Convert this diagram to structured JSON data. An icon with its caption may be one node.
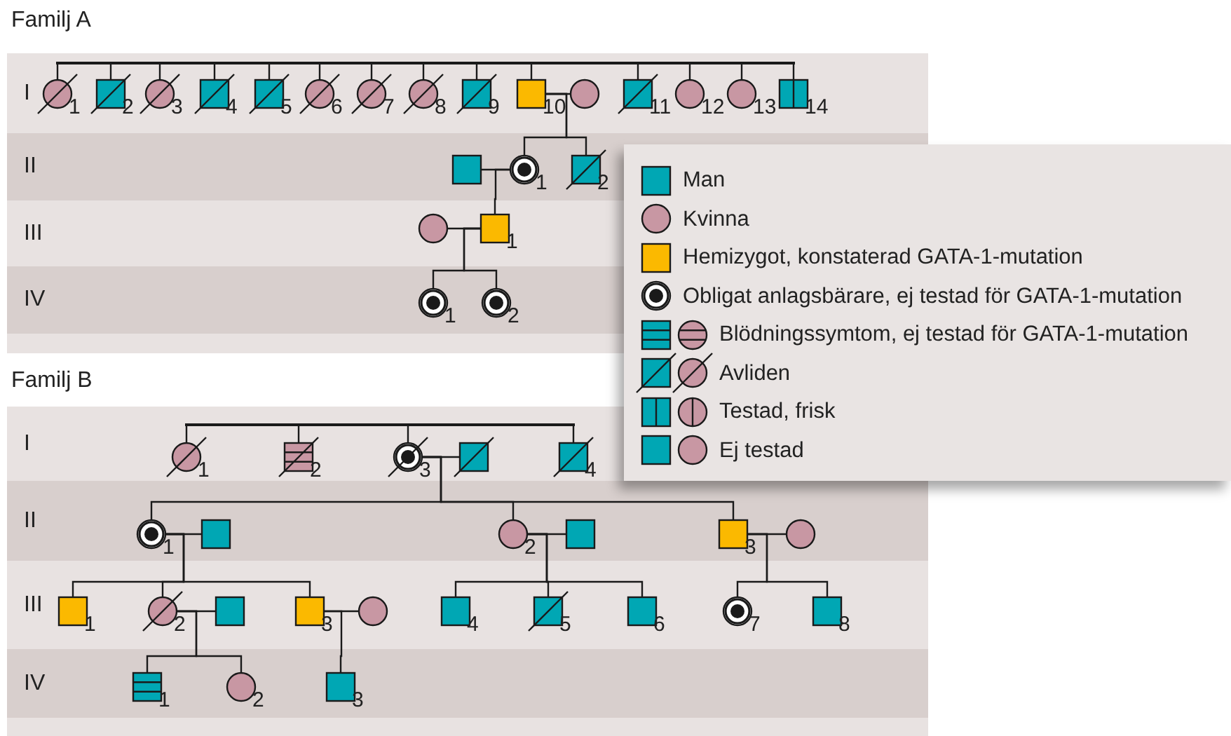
{
  "diagram": {
    "nodes": [
      {
        "text": [
          "I"
        ]
      },
      {
        "text": [],
        "shape": "circle",
        "in": 0,
        "beside": [
          "1"
        ]
      },
      {
        "text": [],
        "shape": "box",
        "in": 0,
        "beside": [
          "2"
        ]
      },
      {
        "text": [],
        "shape": "circle",
        "in": 0,
        "beside": [
          "3"
        ]
      },
      {
        "text": [],
        "shape": "box",
        "in": 0,
        "beside": [
          "4"
        ]
      },
      {
        "text": [],
        "shape": "box",
        "in": 0,
        "beside": [
          "5"
        ]
      },
      {
        "text": [],
        "shape": "circle",
        "in": 0,
        "beside": [
          "6"
        ]
      },
      {
        "text": [],
        "shape": "circle",
        "in": 0,
        "beside": [
          "7"
        ]
      },
      {
        "text": [],
        "shape": "circle",
        "in": 0,
        "beside": [
          "8"
        ]
      },
      {
        "text": [],
        "shape": "box",
        "in": 0,
        "beside": [
          "9"
        ]
      },
      {
        "text": [],
        "shape": "box",
        "in": 0,
        "beside": [
          "10"
        ]
      },
      {
        "text": [],
        "shape": "circle",
        "in": 0
      },
      {
        "text": [],
        "shape": "box",
        "in": 0,
        "beside": [
          "11"
        ]
      },
      {
        "text": [],
        "shape": "circle",
        "in": 0,
        "beside": [
          "12"
        ]
      },
      {
        "text": [],
        "shape": "circle",
        "in": 0,
        "beside": [
          "13"
        ]
      },
      {
        "text": [],
        "shape": "box",
        "in": 0,
        "beside": [
          "14"
        ]
      },
      {
        "text": [
          "II"
        ]
      },
      {
        "text": [],
        "shape": "box",
        "in": 16
      },
      {
        "text": [],
        "shape": "circle",
        "in": 16,
        "beside": [
          "1"
        ]
      },
      {
        "text": [],
        "shape": "box",
        "in": 16,
        "beside": [
          "2"
        ]
      },
      {
        "text": [
          "III"
        ]
      },
      {
        "text": [],
        "shape": "circle",
        "in": 20
      },
      {
        "text": [],
        "shape": "box",
        "in": 20,
        "beside": [
          "1"
        ]
      },
      {
        "text": [
          "IV"
        ]
      },
      {
        "text": [],
        "shape": "circle",
        "in": 23,
        "beside": [
          "1"
        ]
      },
      {
        "text": [],
        "shape": "circle",
        "in": 23,
        "beside": [
          "2"
        ]
      },
      {
        "text": [
          "I"
        ]
      },
      {
        "text": [],
        "shape": "circle",
        "in": 26,
        "beside": [
          "1"
        ]
      },
      {
        "text": [],
        "shape": "box",
        "in": 26,
        "beside": [
          "2"
        ]
      },
      {
        "text": [],
        "shape": "circle",
        "in": 26,
        "beside": [
          "3"
        ]
      },
      {
        "text": [],
        "shape": "box",
        "in": 26
      },
      {
        "text": [],
        "shape": "box",
        "in": 26,
        "beside": [
          "4"
        ]
      },
      {
        "text": [
          "II"
        ]
      },
      {
        "text": [],
        "shape": "circle",
        "in": 32,
        "beside": [
          "1"
        ]
      },
      {
        "text": [],
        "shape": "box",
        "in": 32
      },
      {
        "text": [],
        "shape": "circle",
        "in": 32,
        "beside": [
          "2"
        ]
      },
      {
        "text": [],
        "shape": "box",
        "in": 32
      },
      {
        "text": [],
        "shape": "box",
        "in": 32,
        "beside": [
          "3"
        ]
      },
      {
        "text": [],
        "shape": "circle",
        "in": 32
      },
      {
        "text": [
          "III"
        ]
      },
      {
        "text": [],
        "shape": "box",
        "in": 39,
        "beside": [
          "1"
        ]
      },
      {
        "text": [],
        "shape": "circle",
        "in": 39,
        "beside": [
          "2"
        ]
      },
      {
        "text": [],
        "shape": "box",
        "in": 39
      },
      {
        "text": [],
        "shape": "box",
        "in": 39,
        "beside": [
          "3"
        ]
      },
      {
        "text": [],
        "shape": "circle",
        "in": 39
      },
      {
        "text": [],
        "shape": "box",
        "in": 39,
        "beside": [
          "4"
        ]
      },
      {
        "text": [],
        "shape": "box",
        "in": 39,
        "beside": [
          "5"
        ]
      },
      {
        "text": [],
        "shape": "box",
        "in": 39,
        "beside": [
          "6"
        ]
      },
      {
        "text": [],
        "shape": "circle",
        "in": 39,
        "beside": [
          "7"
        ]
      },
      {
        "text": [],
        "shape": "box",
        "in": 39,
        "beside": [
          "8"
        ]
      },
      {
        "text": [
          "IV"
        ]
      },
      {
        "text": [],
        "shape": "box",
        "in": 50,
        "beside": [
          "1"
        ]
      },
      {
        "text": [],
        "shape": "circle",
        "in": 50,
        "beside": [
          "2"
        ]
      },
      {
        "text": [],
        "shape": "box",
        "in": 50,
        "beside": [
          "3"
        ]
      },
      {
        "text": [],
        "shape": "bar",
        "in": 0
      },
      {
        "text": [],
        "shape": "bar",
        "in": 26
      }
    ],
    "edges": [
      {
        "from": 54,
        "to": 1,
        "arrow": "none"
      },
      {
        "from": 54,
        "to": 2,
        "arrow": "none"
      },
      {
        "from": 54,
        "to": 3,
        "arrow": "none"
      },
      {
        "from": 54,
        "to": 4,
        "arrow": "none"
      },
      {
        "from": 54,
        "to": 5,
        "arrow": "none"
      },
      {
        "from": 54,
        "to": 6,
        "arrow": "none"
      },
      {
        "from": 54,
        "to": 7,
        "arrow": "none"
      },
      {
        "from": 54,
        "to": 8,
        "arrow": "none"
      },
      {
        "from": 54,
        "to": 9,
        "arrow": "none"
      },
      {
        "from": 54,
        "to": 10,
        "arrow": "none"
      },
      {
        "from": 54,
        "to": 12,
        "arrow": "none"
      },
      {
        "from": 54,
        "to": 13,
        "arrow": "none"
      },
      {
        "from": 54,
        "to": 14,
        "arrow": "none"
      },
      {
        "from": 54,
        "to": 15,
        "arrow": "none"
      },
      {
        "from": 10,
        "to": 11,
        "arrow": "none"
      },
      {
        "from": 10,
        "to": 18,
        "arrow": "none"
      },
      {
        "from": 10,
        "to": 19,
        "arrow": "none"
      },
      {
        "from": 17,
        "to": 18,
        "arrow": "none"
      },
      {
        "from": 18,
        "to": 22,
        "arrow": "none"
      },
      {
        "from": 21,
        "to": 22,
        "arrow": "none"
      },
      {
        "from": 22,
        "to": 24,
        "arrow": "none"
      },
      {
        "from": 22,
        "to": 25,
        "arrow": "none"
      },
      {
        "from": 55,
        "to": 27,
        "arrow": "none"
      },
      {
        "from": 55,
        "to": 28,
        "arrow": "none"
      },
      {
        "from": 55,
        "to": 29,
        "arrow": "none"
      },
      {
        "from": 55,
        "to": 31,
        "arrow": "none"
      },
      {
        "from": 29,
        "to": 30,
        "arrow": "none"
      },
      {
        "from": 29,
        "to": 33,
        "arrow": "none"
      },
      {
        "from": 29,
        "to": 35,
        "arrow": "none"
      },
      {
        "from": 29,
        "to": 37,
        "arrow": "none"
      },
      {
        "from": 33,
        "to": 34,
        "arrow": "none"
      },
      {
        "from": 35,
        "to": 36,
        "arrow": "none"
      },
      {
        "from": 37,
        "to": 38,
        "arrow": "none"
      },
      {
        "from": 33,
        "to": 40,
        "arrow": "none"
      },
      {
        "from": 33,
        "to": 41,
        "arrow": "none"
      },
      {
        "from": 33,
        "to": 43,
        "arrow": "none"
      },
      {
        "from": 35,
        "to": 45,
        "arrow": "none"
      },
      {
        "from": 35,
        "to": 46,
        "arrow": "none"
      },
      {
        "from": 35,
        "to": 47,
        "arrow": "none"
      },
      {
        "from": 37,
        "to": 48,
        "arrow": "none"
      },
      {
        "from": 37,
        "to": 49,
        "arrow": "none"
      },
      {
        "from": 41,
        "to": 42,
        "arrow": "none"
      },
      {
        "from": 43,
        "to": 44,
        "arrow": "none"
      },
      {
        "from": 41,
        "to": 51,
        "arrow": "none"
      },
      {
        "from": 41,
        "to": 52,
        "arrow": "none"
      },
      {
        "from": 43,
        "to": 53,
        "arrow": "none"
      }
    ],
    "labels": [
      "Familj A",
      "Familj B"
    ],
    "legend": [
      {
        "text": "Man",
        "color": "#00a7b4"
      },
      {
        "text": "Kvinna",
        "color": "#c897a3"
      },
      {
        "text": "Hemizygot, konstaterad GATA-1-mutation",
        "color": "#fbb900"
      },
      {
        "text": "Obligat anlagsbärare, ej testad för GATA-1-mutation"
      },
      {
        "text": "Blödningssymtom, ej testad för GATA-1-mutation"
      },
      {
        "text": "Avliden"
      },
      {
        "text": "Testad, frisk"
      },
      {
        "text": "Ej testad"
      }
    ]
  }
}
